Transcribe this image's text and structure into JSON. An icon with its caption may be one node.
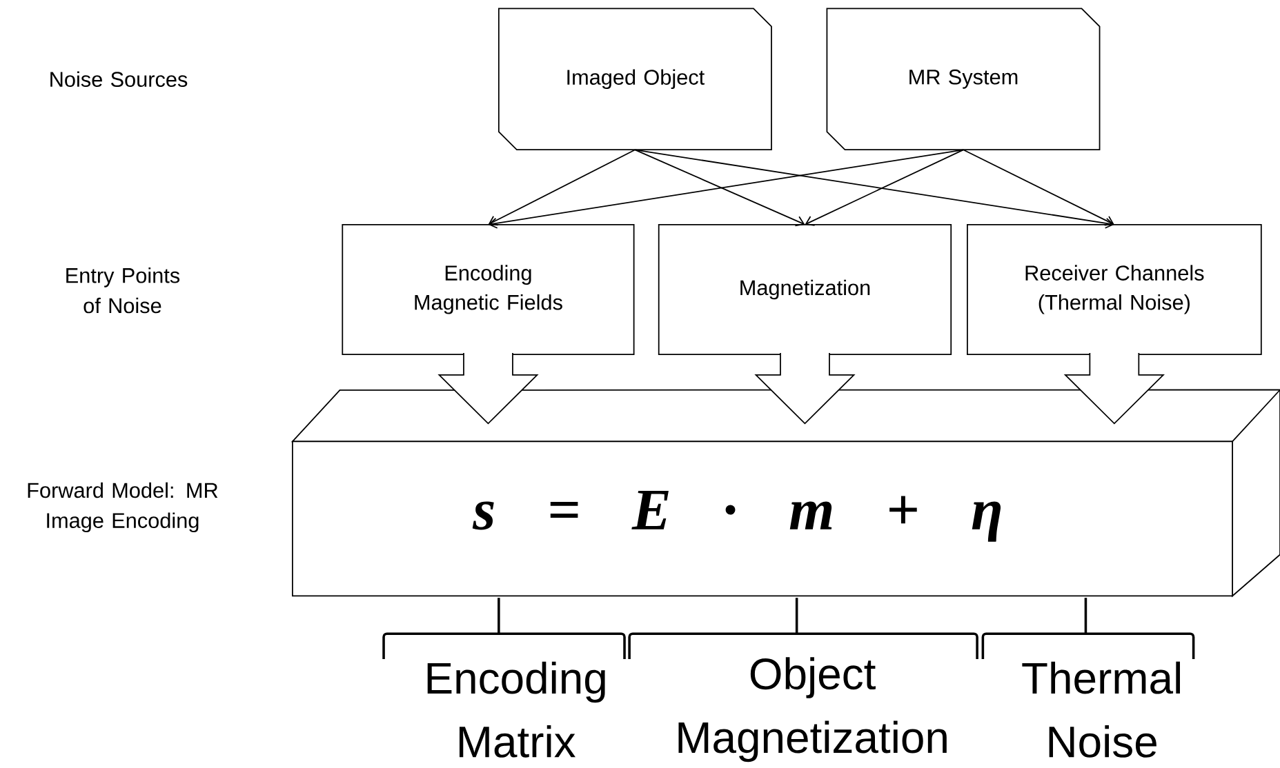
{
  "diagram": {
    "nodes": [
      {
        "text": [
          "Imaged Object"
        ]
      },
      {
        "text": [
          "MR System"
        ]
      },
      {
        "text": [
          "Encoding Magnetic Fields"
        ]
      },
      {
        "text": [
          "Magnetization"
        ]
      },
      {
        "text": [
          "Receiver Channels (Thermal Noise)"
        ]
      },
      {
        "text": [
          "s = E · m + η"
        ]
      }
    ],
    "edges": [
      {
        "from": 0,
        "to": 2,
        "arrow": "to"
      },
      {
        "from": 0,
        "to": 3,
        "arrow": "to"
      },
      {
        "from": 0,
        "to": 4,
        "arrow": "to"
      },
      {
        "from": 1,
        "to": 2,
        "arrow": "to"
      },
      {
        "from": 1,
        "to": 3,
        "arrow": "to"
      },
      {
        "from": 1,
        "to": 4,
        "arrow": "to"
      },
      {
        "from": 2,
        "to": 5,
        "arrow": "to"
      },
      {
        "from": 3,
        "to": 5,
        "arrow": "to"
      },
      {
        "from": 4,
        "to": 5,
        "arrow": "to"
      }
    ],
    "labels": [
      "Noise Sources",
      "Entry Points of Noise",
      "Forward Model: MR Image Encoding",
      "Encoding Matrix",
      "Object Magnetization",
      "Thermal Noise"
    ]
  }
}
